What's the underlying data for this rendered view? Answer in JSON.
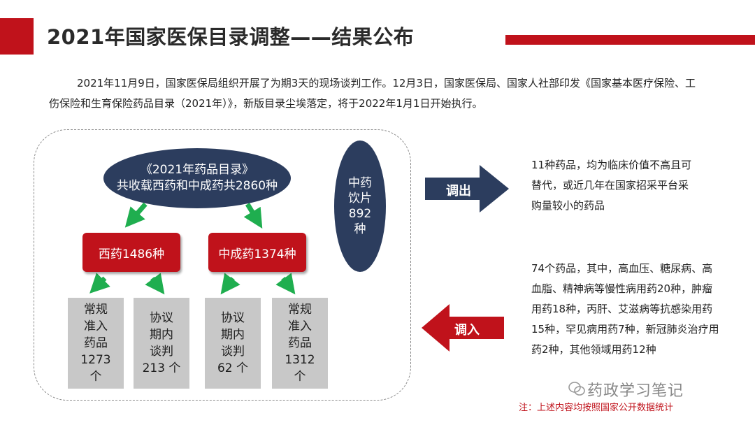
{
  "title": "2021年国家医保目录调整——结果公布",
  "intro": "2021年11月9日，国家医保局组织开展了为期3天的现场谈判工作。12月3日，国家医保局、国家人社部印发《国家基本医疗保险、工伤保险和生育保险药品目录（2021年）》，新版目录尘埃落定，将于2022年1月1日开始执行。",
  "diagram": {
    "main_line1": "《2021年药品目录》",
    "main_line2": "共收载西药和中成药共2860种",
    "herb_lines": [
      "中药",
      "饮片",
      "892",
      "种"
    ],
    "west": "西药1486种",
    "tcm": "中成药1374种",
    "boxes": [
      {
        "lines": [
          "常规",
          "准入",
          "药品",
          "1273",
          "个"
        ]
      },
      {
        "lines": [
          "协议",
          "期内",
          "谈判",
          "213 个"
        ]
      },
      {
        "lines": [
          "协议",
          "期内",
          "谈判",
          "62 个"
        ]
      },
      {
        "lines": [
          "常规",
          "准入",
          "药品",
          "1312",
          "个"
        ]
      }
    ]
  },
  "out": {
    "label": "调出",
    "text": "11种药品，均为临床价值不高且可替代，或近几年在国家招采平台采购量较小的药品",
    "color": "#2c3d5e"
  },
  "in": {
    "label": "调入",
    "text": "74个药品，其中，高血压、糖尿病、高血脂、精神病等慢性病用药20种，肿瘤用药18种，丙肝、艾滋病等抗感染用药15种，罕见病用药7种，新冠肺炎治疗用药2种，其他领域用药12种",
    "color": "#c0121b"
  },
  "note": "注：上述内容均按照国家公开数据统计",
  "watermark": "药政学习笔记",
  "colors": {
    "accent_red": "#c0121b",
    "navy": "#2c3d5e",
    "gray": "#c8c8c8",
    "green": "#1fae4f"
  }
}
